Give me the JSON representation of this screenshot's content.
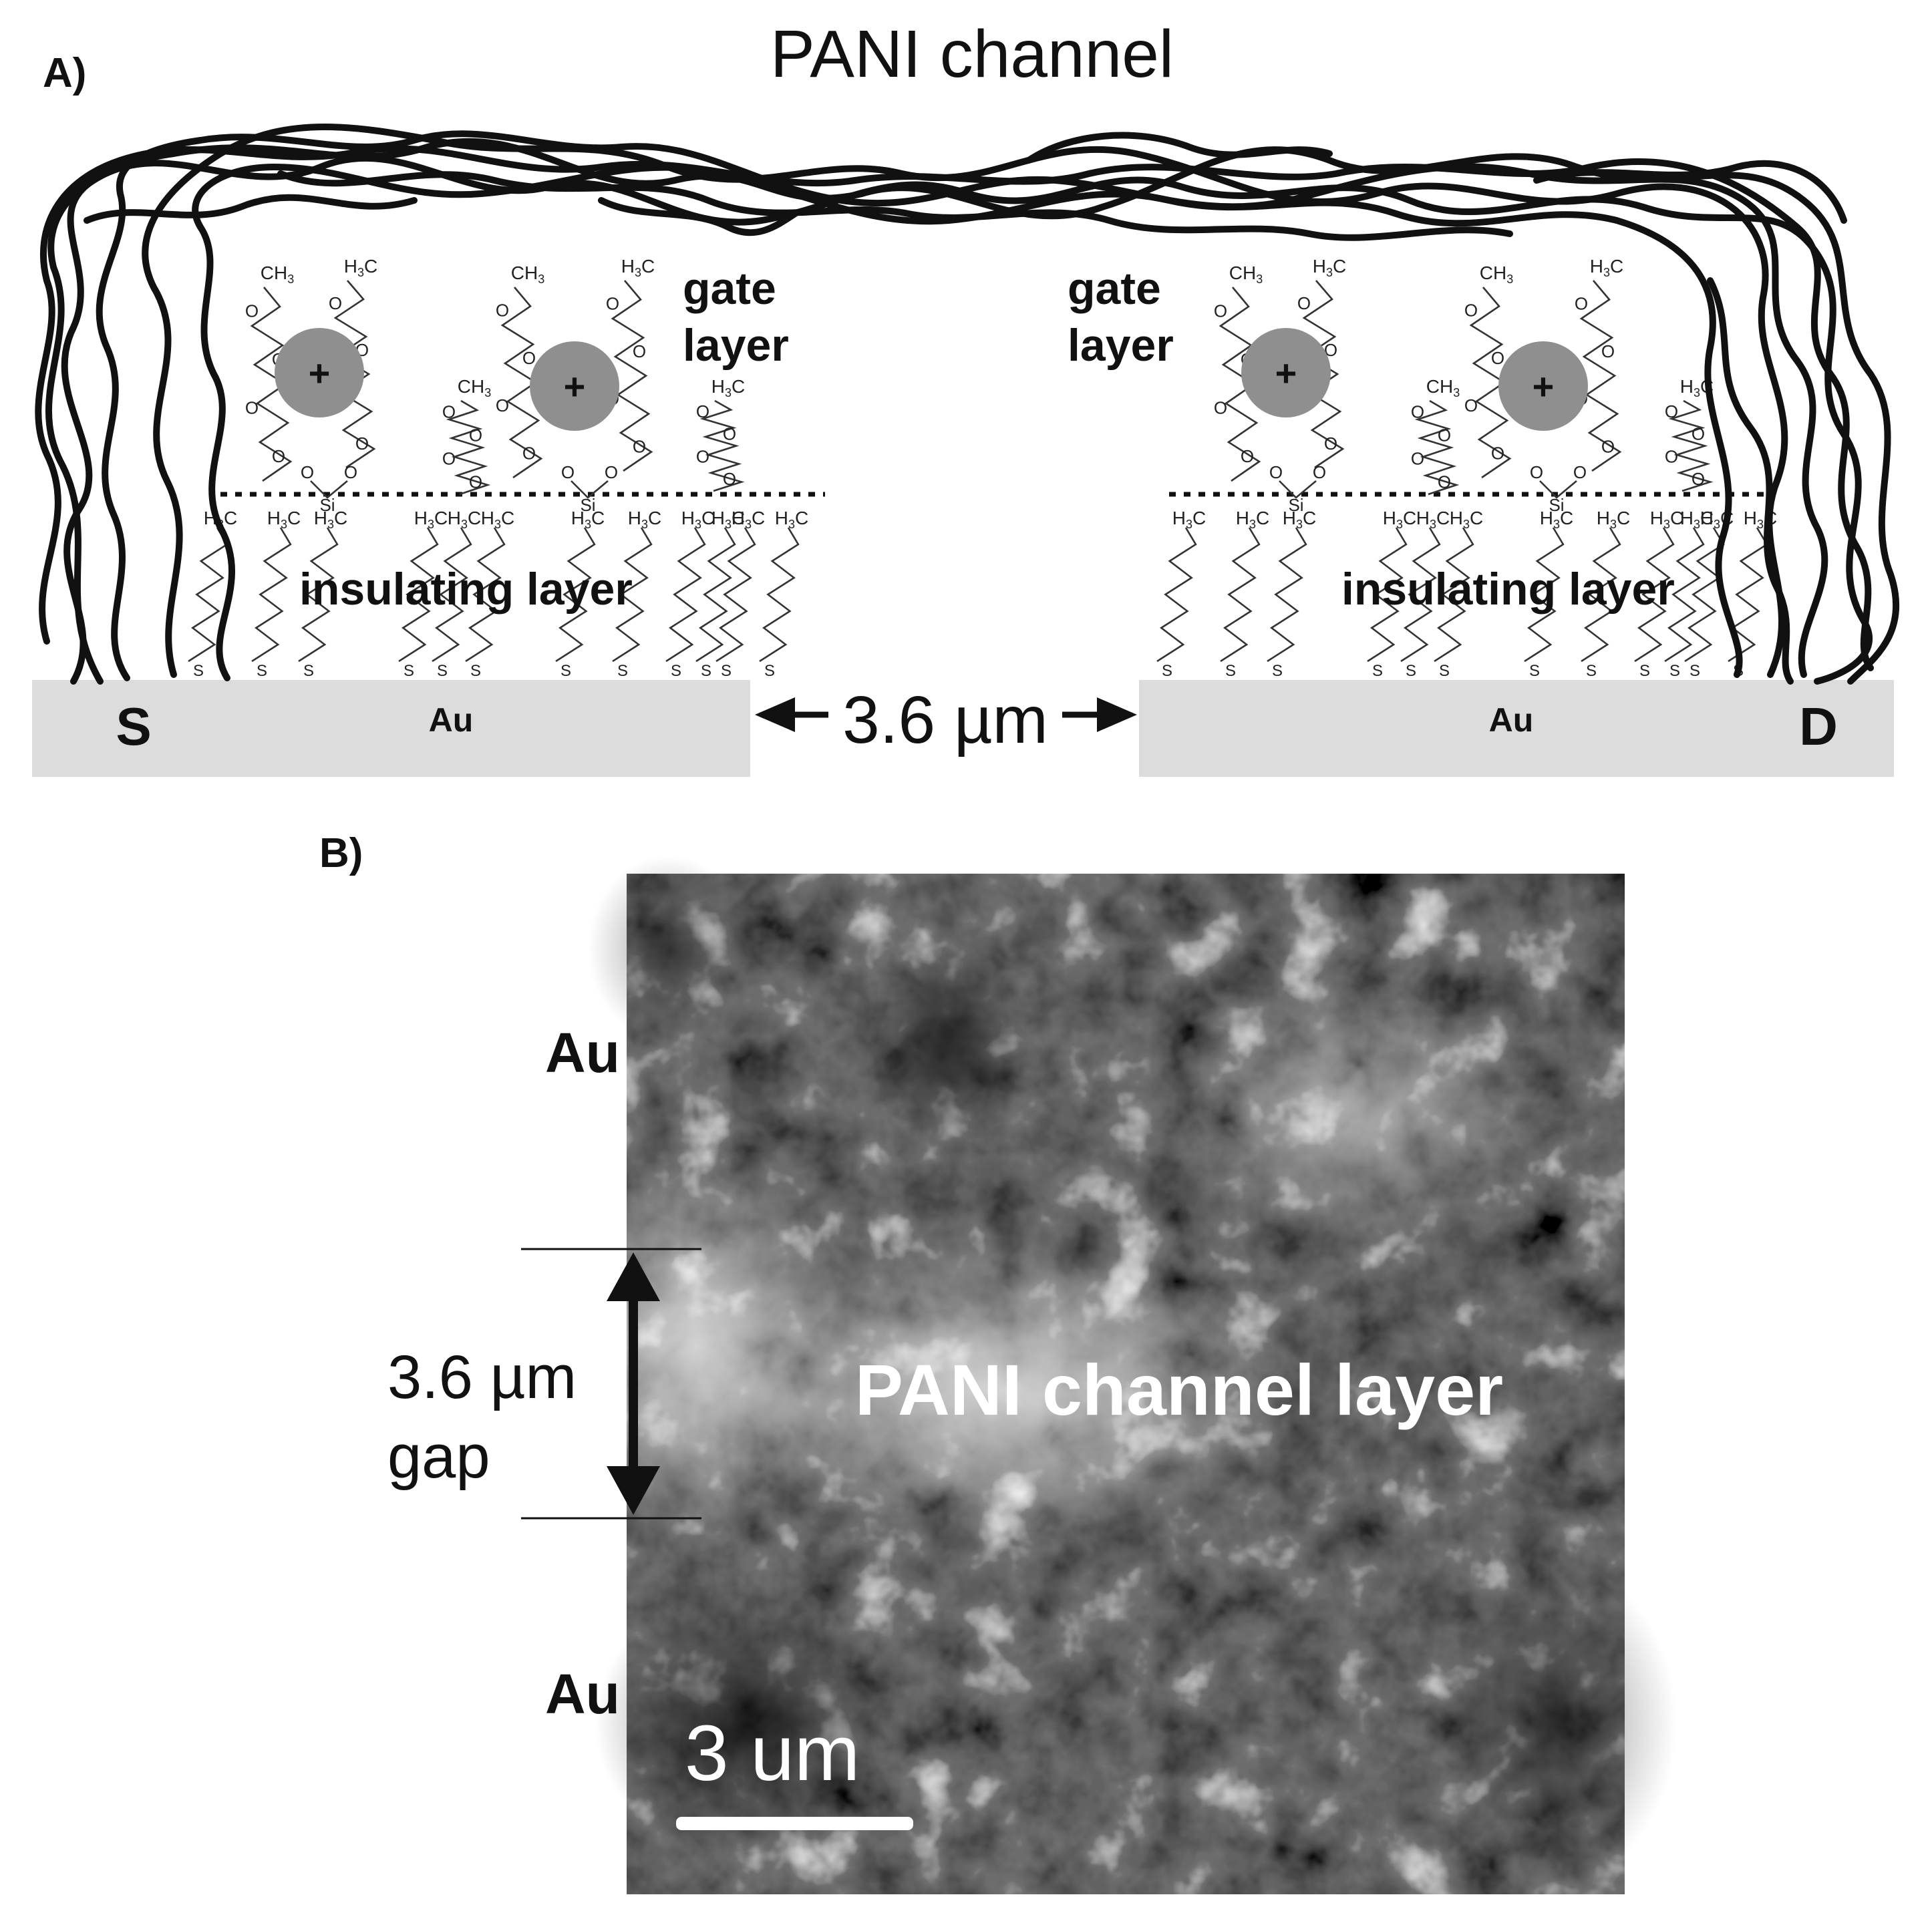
{
  "panel_a": {
    "letter": "A)",
    "title": "PANI channel",
    "gate_label_line1": "gate",
    "gate_label_line2": "layer",
    "insulating_label": "insulating layer",
    "electrode_material": "Au",
    "source_label": "S",
    "drain_label": "D",
    "gap_label": "3.6 µm",
    "ion_symbol": "+",
    "chem": {
      "ch3": "CH",
      "h3c": "H",
      "o": "O",
      "s": "S",
      "si": "Si",
      "sub3": "3"
    }
  },
  "panel_b": {
    "letter": "B)",
    "au_top": "Au",
    "au_bottom": "Au",
    "gap_line1": "3.6 µm",
    "gap_line2": "gap",
    "channel_label": "PANI channel layer",
    "scale_label": "3 um"
  },
  "colors": {
    "electrode": "#dcdcdc",
    "ion": "#8f8f8f",
    "line": "#111111"
  }
}
